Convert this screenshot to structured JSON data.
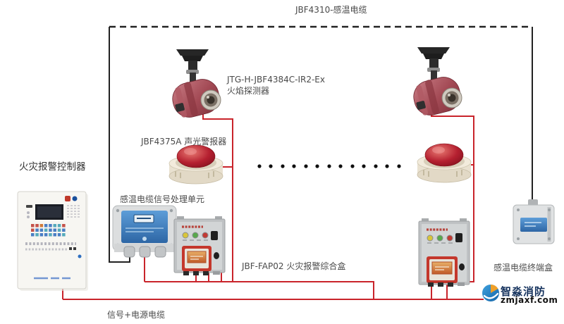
{
  "labels": {
    "top_cable": "JBF4310-感温电缆",
    "flame_detector_model": "JTG-H-JBF4384C-IR2-Ex",
    "flame_detector_name": "火焰探测器",
    "sounder": "JBF4375A 声光警报器",
    "controller": "火灾报警控制器",
    "processing_unit": "感温电缆信号处理单元",
    "fap_box": "JBF-FAP02 火灾报警综合盒",
    "terminal_box": "感温电缆终端盒",
    "bottom_cable": "信号+电源电缆"
  },
  "logo": {
    "name": "智淼消防",
    "url": "zmjaxf.com"
  },
  "colors": {
    "wire_red": "#c9242b",
    "cable_black": "#222222",
    "label_text": "#4a4a4a"
  }
}
